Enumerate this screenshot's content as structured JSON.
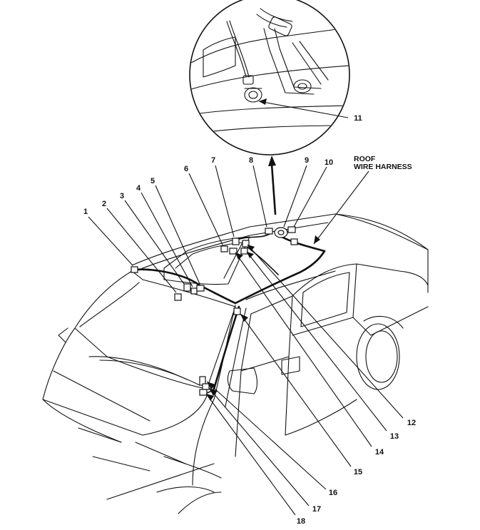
{
  "figure": {
    "callouts": [
      "1",
      "2",
      "3",
      "4",
      "5",
      "6",
      "7",
      "8",
      "9",
      "10",
      "11",
      "12",
      "13",
      "14",
      "15",
      "16",
      "17",
      "18"
    ],
    "roof_label": [
      "ROOF",
      "WIRE HARNESS"
    ],
    "detail_target": "ground-terminal"
  },
  "colors": {
    "ink": "#111111",
    "paper": "#ffffff"
  }
}
